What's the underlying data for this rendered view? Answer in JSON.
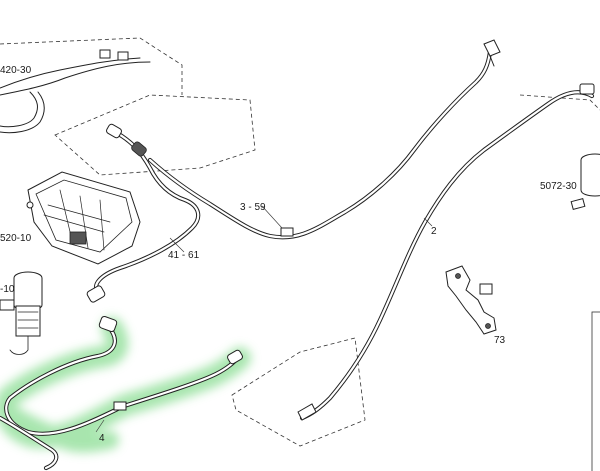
{
  "diagram": {
    "highlight_color": "#9fe3a6",
    "line_color": "#222222",
    "labels": [
      "420-30",
      "520-10",
      "-10",
      "3 - 59",
      "41 - 61",
      "2",
      "5072-30",
      "73",
      "4"
    ],
    "highlighted_part": "4"
  }
}
